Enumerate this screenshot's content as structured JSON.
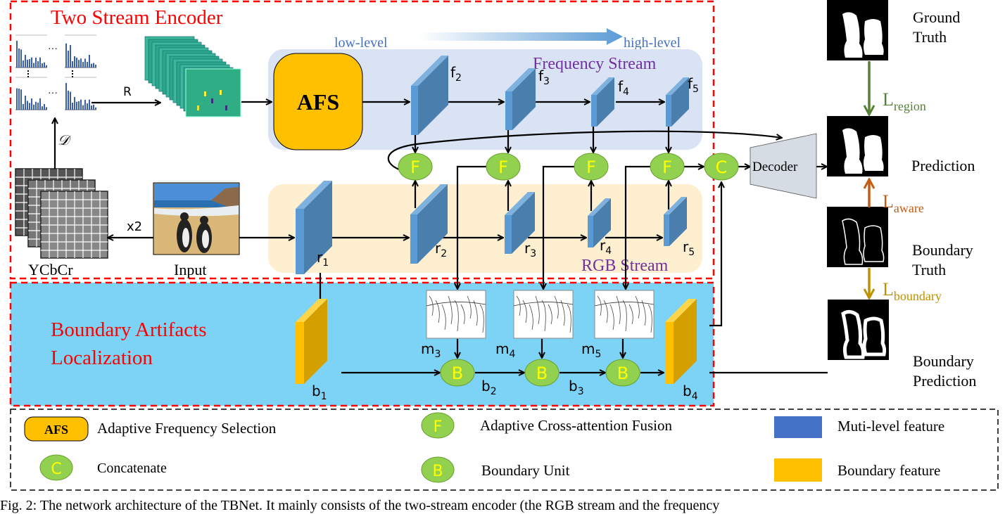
{
  "title": "Two Stream Encoder",
  "module2_title_line1": "Boundary Artifacts",
  "module2_title_line2": "Localization",
  "level": {
    "low": "low-level",
    "high": "high-level"
  },
  "streams": {
    "frequency": "Frequency Stream",
    "rgb": "RGB Stream"
  },
  "afs_label": "AFS",
  "ops": {
    "R": "R",
    "D": "𝒟",
    "x2": "x2"
  },
  "inputs": {
    "ycbcr": "YCbCr",
    "input": "Input"
  },
  "freq_features": [
    "f",
    "f",
    "f",
    "f"
  ],
  "freq_subs": [
    "2",
    "3",
    "4",
    "5"
  ],
  "rgb_features": [
    "r",
    "r",
    "r",
    "r",
    "r"
  ],
  "rgb_subs": [
    "1",
    "2",
    "3",
    "4",
    "5"
  ],
  "edge_maps": [
    "m",
    "m",
    "m"
  ],
  "edge_subs": [
    "3",
    "4",
    "5"
  ],
  "boundary_features": [
    "b",
    "b",
    "b",
    "b"
  ],
  "boundary_subs": [
    "1",
    "2",
    "3",
    "4"
  ],
  "fusion_label": "F",
  "concat_label": "C",
  "boundary_unit_label": "B",
  "decoder": "Decoder",
  "outputs": {
    "ground_truth": [
      "Ground",
      "Truth"
    ],
    "prediction": "Prediction",
    "boundary_truth": [
      "Boundary",
      "Truth"
    ],
    "boundary_prediction": [
      "Boundary",
      "Prediction"
    ]
  },
  "losses": {
    "region": {
      "L": "L",
      "sub": "region",
      "color": "#538135"
    },
    "aware": {
      "L": "L",
      "sub": "aware",
      "color": "#c55a11"
    },
    "boundary": {
      "L": "L",
      "sub": "boundary",
      "color": "#bf9000"
    }
  },
  "legend": {
    "afs": "Adaptive Frequency Selection",
    "concat": "Concatenate",
    "fusion": "Adaptive Cross-attention Fusion",
    "boundary_unit": "Boundary Unit",
    "multi_level": "Muti-level feature",
    "boundary_feature": "Boundary feature"
  },
  "caption": "Fig. 2: The network architecture of the TBNet. It mainly consists of the two-stream encoder (the RGB stream and the frequency",
  "colors": {
    "red_dash": "#ff0000",
    "blue_feature": "#4a7fb0",
    "gold_feature": "#f5b800",
    "green_node": "#92d050",
    "node_text": "#ffff00",
    "purple": "#7030a0"
  }
}
